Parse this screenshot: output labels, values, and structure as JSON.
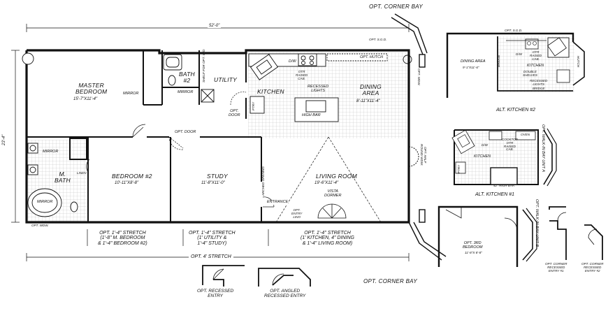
{
  "labels": {
    "opt_corner_bay_top": "OPT. CORNER BAY",
    "opt_corner_bay_bottom": "OPT. CORNER BAY",
    "overall_length": "52'-0\"",
    "overall_width": "23'-4\"",
    "master_bedroom": {
      "name": "MASTER\nBEDROOM",
      "size": "15'-7\"X11'-4\""
    },
    "bath2": {
      "name": "BATH\n#2"
    },
    "utility": {
      "name": "UTILITY"
    },
    "kitchen": {
      "name": "KITCHEN"
    },
    "dining_area": {
      "name": "DINING\nAREA",
      "size": "8'-11\"X11'-4\""
    },
    "m_bath": {
      "name": "M.\nBATH"
    },
    "bedroom2": {
      "name": "BEDROOM #2",
      "size": "10'-11\"X8'-8\""
    },
    "study": {
      "name": "STUDY",
      "size": "11'-8\"X11'-0\""
    },
    "living_room": {
      "name": "LIVING ROOM",
      "size": "19'-6\"X11'-4\""
    },
    "mirror_master": "MIRROR",
    "mirror_mbath_top": "MIRROR",
    "mirror_mbath_bottom": "MIRROR",
    "linen": "LINEN",
    "opt_door_1": "OPT. DOOR",
    "opt_door_2": "OPT.\nDOOR",
    "shelf_opt_wd": "SHELF FOR OPT. W/D",
    "dw": "D/W",
    "otr_cab": "OTR\nRAISED\nCAB.",
    "recessed_lights": "RECESSED\nLIGHTS",
    "opt_hutch": "OPT. HUTCH",
    "opt_sgd": "OPT. S.G.D.",
    "high_bar": "HIGH BAR",
    "pantry": "PTRY",
    "opt_wdw_mbath": "OPT. WDW.",
    "opt_wdw_right": "OPT. WDW.",
    "opt_half_round_wdw": "OPT. HALF\nROUND WDW.",
    "arched_opening": "ARCHED OPENING",
    "entrance": "ENTRANCE",
    "opt_entry_lino": "OPT.\nENTRY\nLINO",
    "vista_dormer": "VISTA\nDORMER",
    "stretch_left": "OPT. 1'-4\" STRETCH\n(1'-8\" M. BEDROOM\n& 1'-4\" BEDROOM #2)",
    "stretch_mid": "OPT. 1'-4\" STRETCH\n(1' UTILITY &\n1'-4\" STUDY)",
    "stretch_right": "OPT. 1'-4\" STRETCH\n(1' KITCHEN, 4\" DINING\n& 1'-4\" LIVING ROOM)",
    "opt_4_stretch": "OPT. 4' STRETCH",
    "alt_kitchen2": {
      "title": "ALT. KITCHEN #2",
      "dining": "DINING AREA",
      "dining_size": "9'-1\"X11'-6\"",
      "kitchen": "KITCHEN",
      "sgd": "OPT. S.G.D.",
      "bridge": "BRIDGE",
      "double_shelves": "DOUBLE\nSHELVES",
      "recessed": "RECESSED\nLIGHTS",
      "otr": "OTR\nRAISED\nCAB.",
      "dw": "D/W",
      "hutch": "HUTCH"
    },
    "alt_kitchen1": {
      "title": "ALT. KITCHEN #1",
      "kitchen": "KITCHEN",
      "oven": "OVEN",
      "cooktop": "COOKTOP\nOTR\nRAISED\nCAB.",
      "dw": "D/W",
      "high_bar": "42\" HIGH BAR",
      "pantry": "PTRY"
    },
    "walk_in_bay_a": "OPT. WALK-IN BAY UNIT A",
    "walk_in_bay_b": "OPT. WALK-IN BAY UNIT B",
    "opt_3rd_bedroom": {
      "name": "OPT. 3RD\nBEDROOM",
      "size": "11'-8\"X 8'-8\""
    },
    "recessed_entry_1": "OPT. CORNER\nRECESSED\nENTRY #1",
    "recessed_entry_2": "OPT. CORNER\nRECESSED\nENTRY #2",
    "opt_recessed_entry": "OPT. RECESSED\nENTRY",
    "opt_angled_recessed_entry": "OPT. ANGLED\nRECESSED ENTRY"
  }
}
